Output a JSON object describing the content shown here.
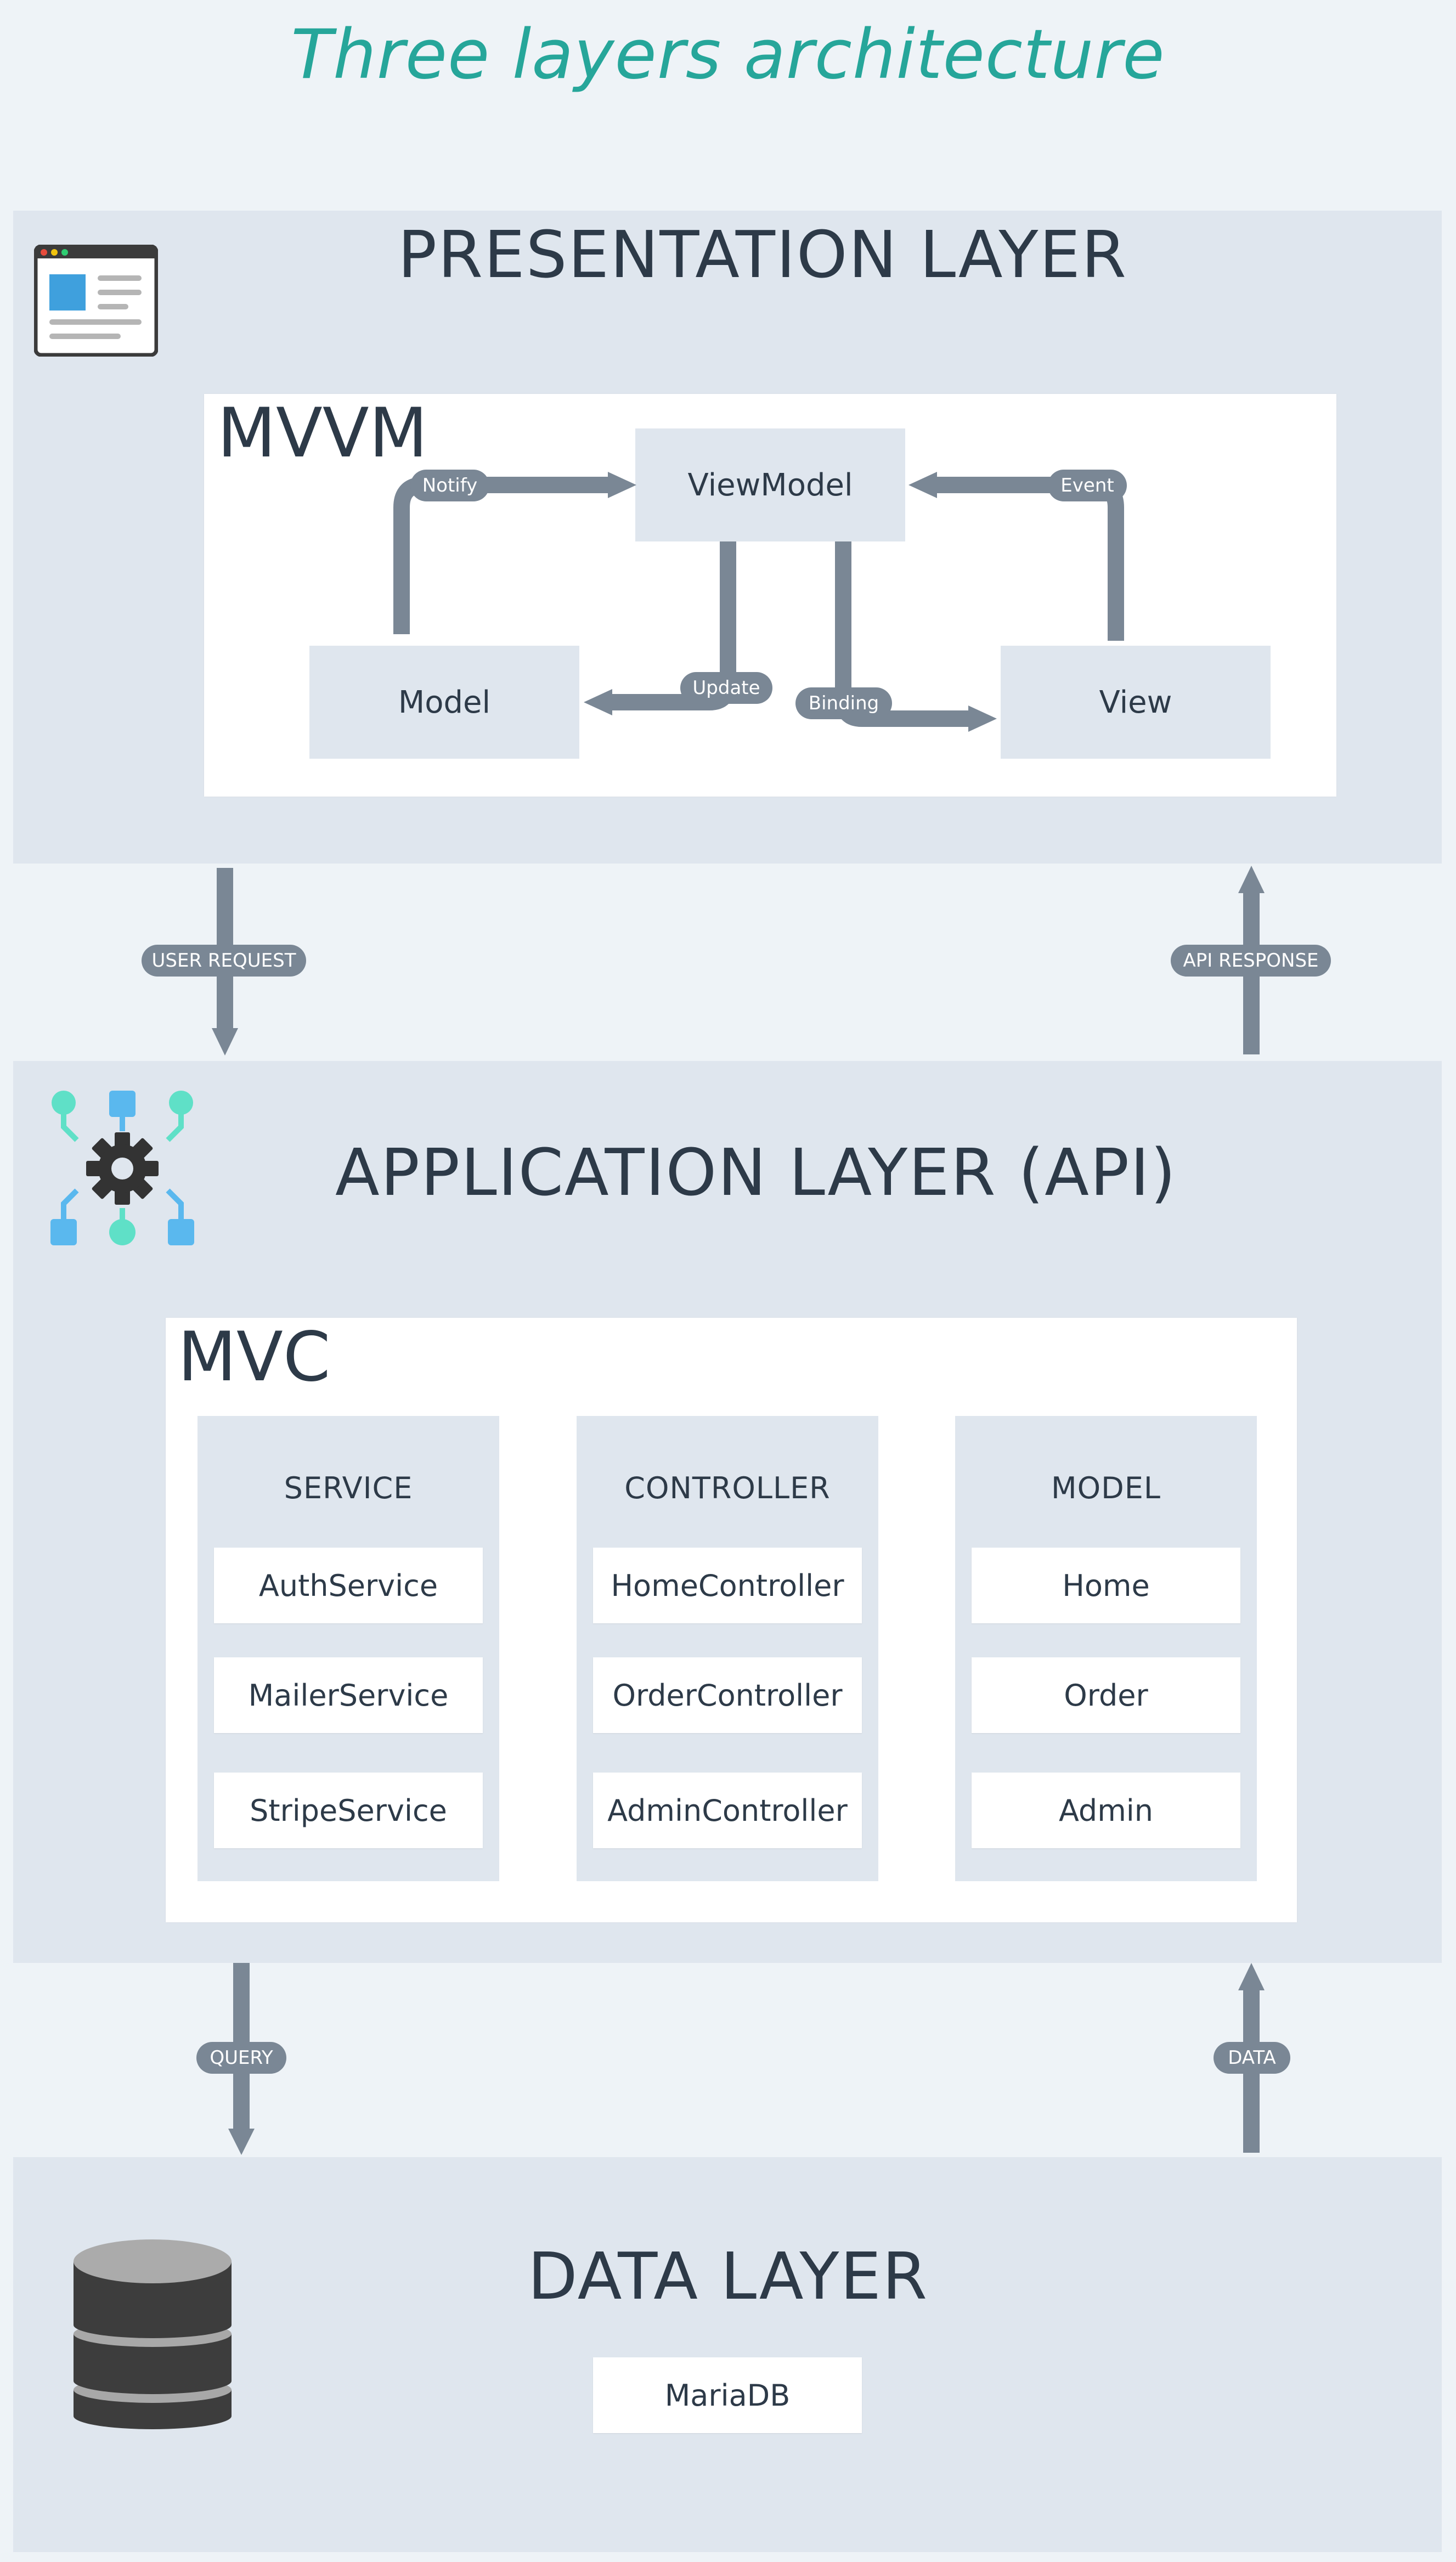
{
  "title": "Three layers architecture",
  "presentation": {
    "title": "PRESENTATION LAYER",
    "icon": "browser-window-icon",
    "mvvm": {
      "title": "MVVM",
      "viewmodel": "ViewModel",
      "model": "Model",
      "view": "View",
      "labels": {
        "notify": "Notify",
        "event": "Event",
        "update": "Update",
        "binding": "Binding"
      }
    }
  },
  "flows_top": {
    "request": "USER REQUEST",
    "response": "API RESPONSE"
  },
  "application": {
    "title": "APPLICATION LAYER (API)",
    "icon": "gear-network-icon",
    "mvc": {
      "title": "MVC",
      "columns": [
        {
          "title": "SERVICE",
          "items": [
            "AuthService",
            "MailerService",
            "StripeService"
          ]
        },
        {
          "title": "CONTROLLER",
          "items": [
            "HomeController",
            "OrderController",
            "AdminController"
          ]
        },
        {
          "title": "MODEL",
          "items": [
            "Home",
            "Order",
            "Admin"
          ]
        }
      ]
    }
  },
  "flows_bottom": {
    "query": "QUERY",
    "data": "DATA"
  },
  "data_layer": {
    "title": "DATA LAYER",
    "icon": "database-icon",
    "db": "MariaDB"
  },
  "colors": {
    "background": "#eef3f7",
    "layer": "#dfe6ee",
    "panel": "#ffffff",
    "arrow": "#7a8795",
    "title_accent": "#26a69a",
    "text": "#2d3a48"
  }
}
